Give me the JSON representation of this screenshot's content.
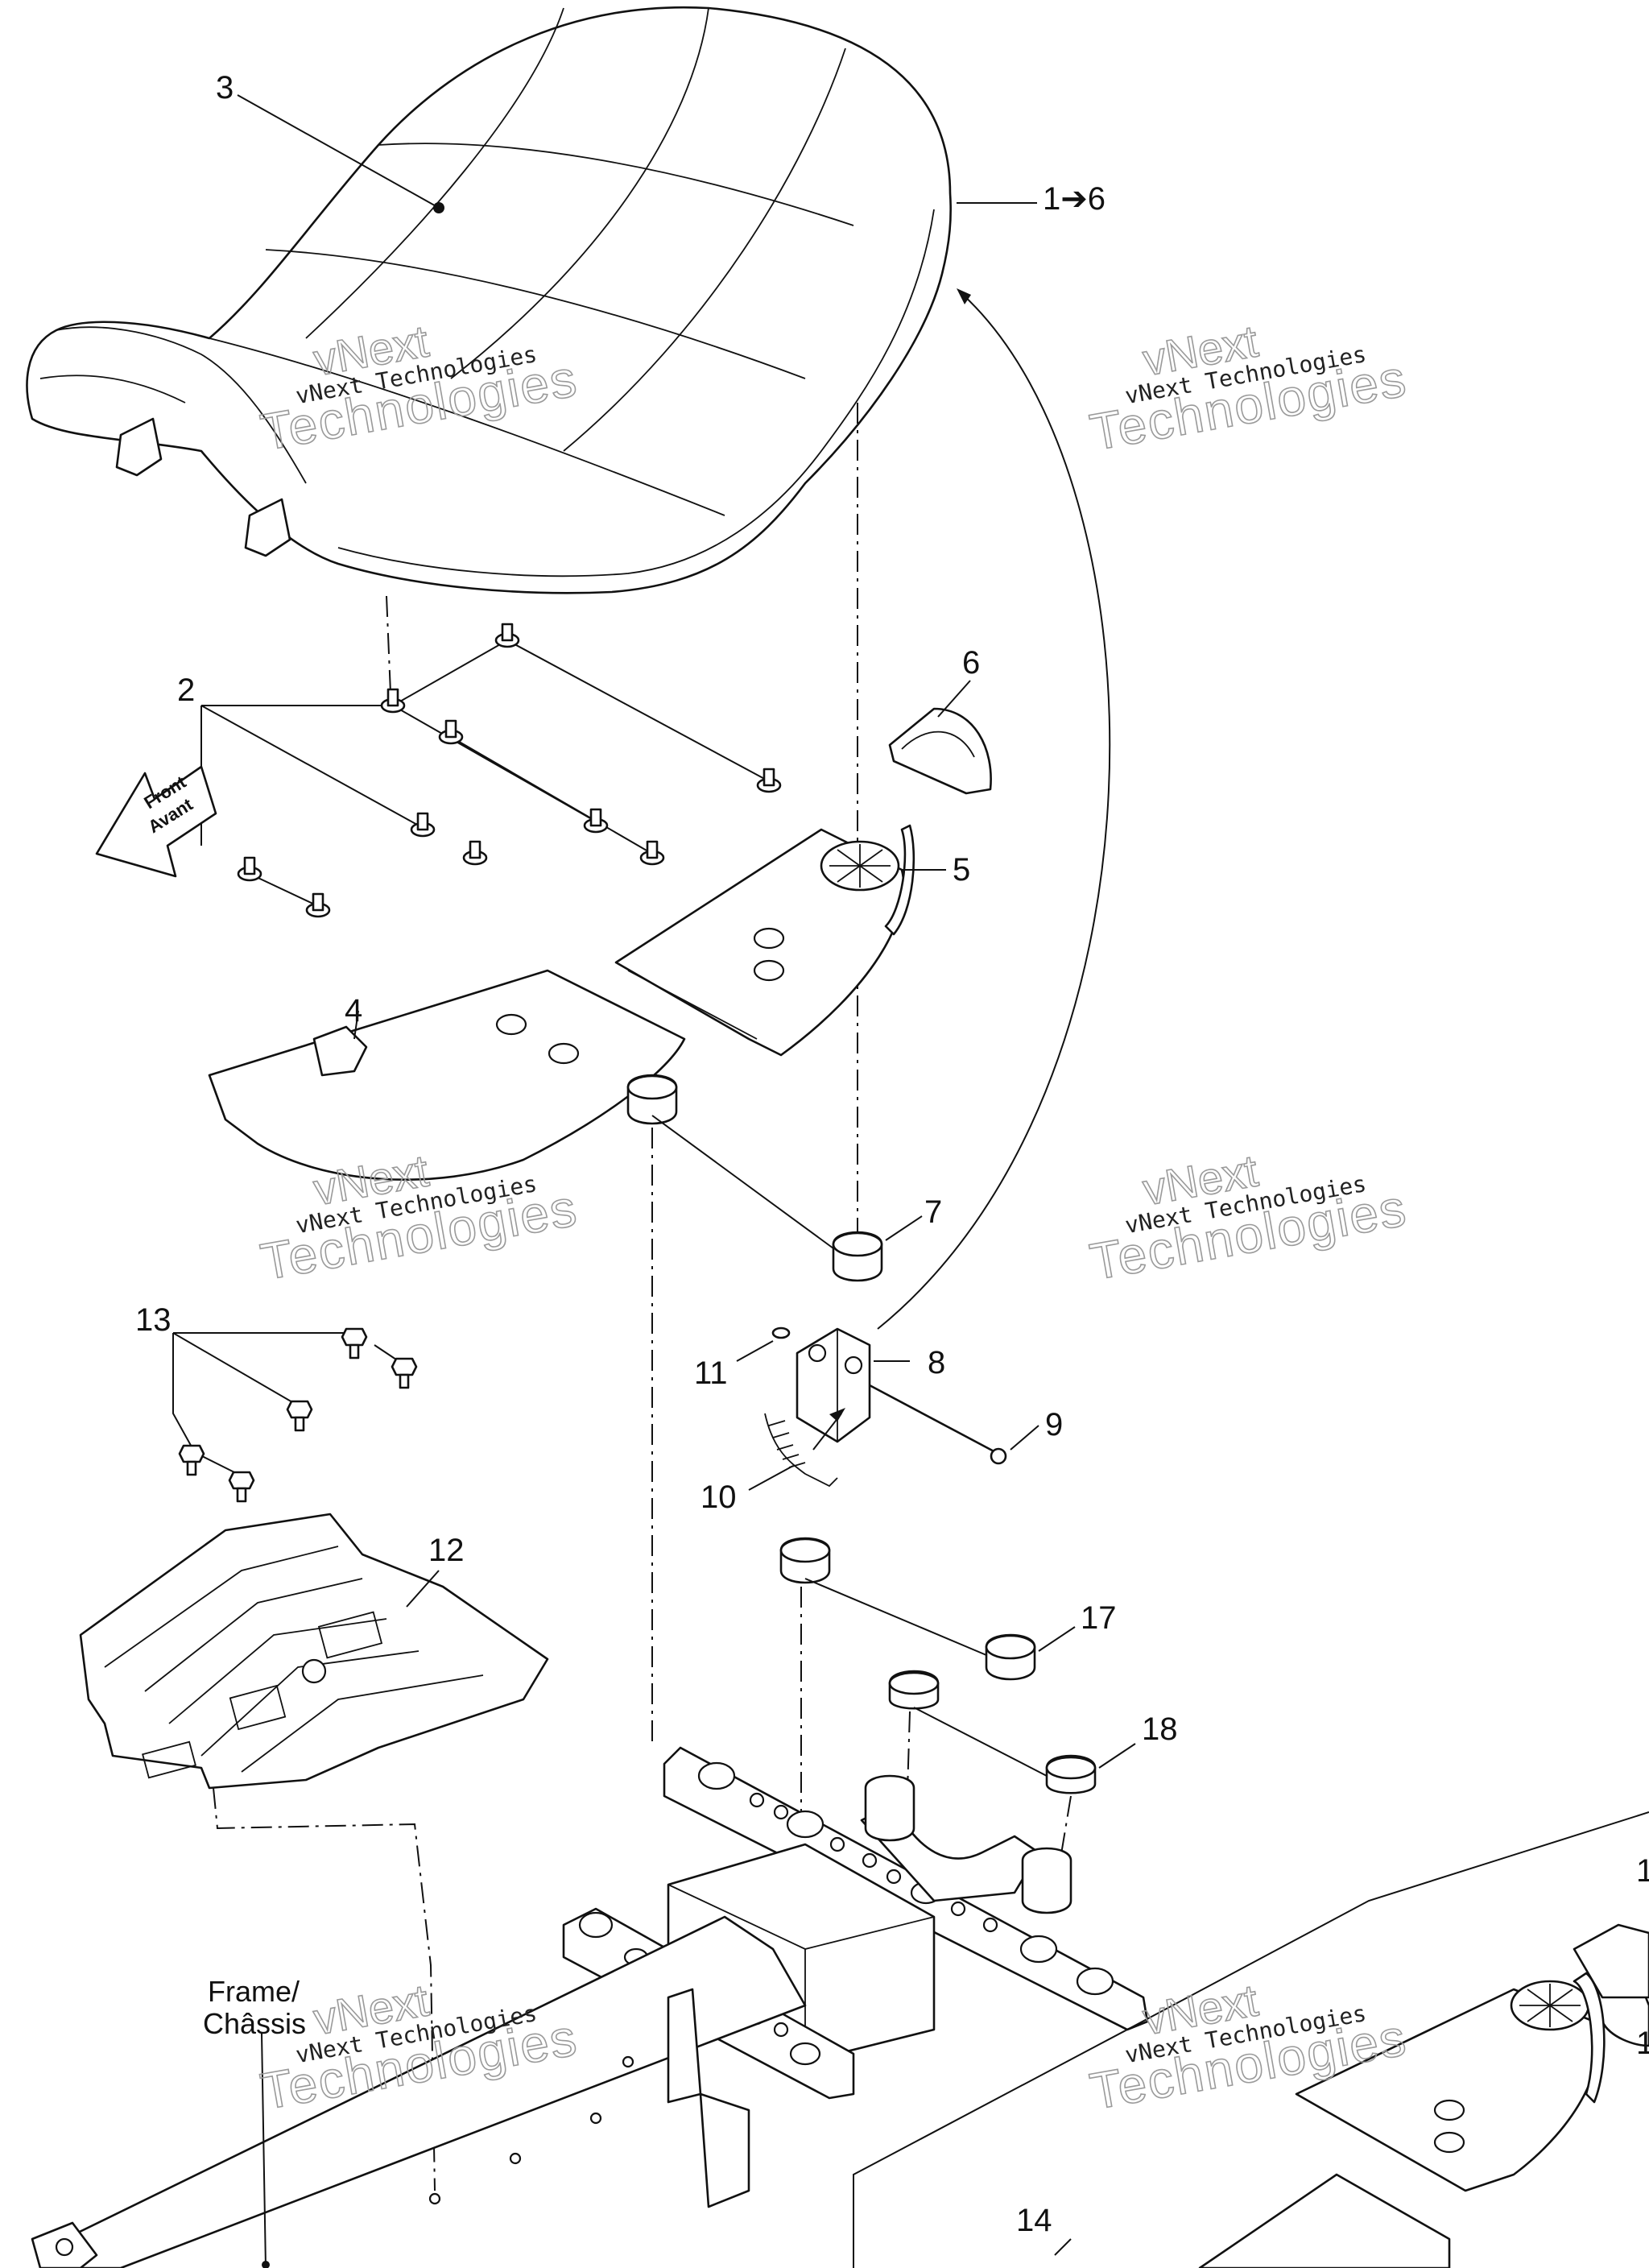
{
  "diagram": {
    "callouts": {
      "c1_6": "1➔6",
      "c2": "2",
      "c3": "3",
      "c4": "4",
      "c5": "5",
      "c6": "6",
      "c7": "7",
      "c8": "8",
      "c9": "9",
      "c10": "10",
      "c11": "11",
      "c12": "12",
      "c13": "13",
      "c14": "14",
      "c17": "17",
      "c18": "18",
      "c_edge_a": "1",
      "c_edge_b": "1"
    },
    "frame_label_line1": "Frame/",
    "frame_label_line2": "Châssis",
    "front_arrow_line1": "Front",
    "front_arrow_line2": "Avant",
    "watermark": {
      "line0": "vNext",
      "line1": "vNext Technologies",
      "line2": "Technologies"
    }
  }
}
